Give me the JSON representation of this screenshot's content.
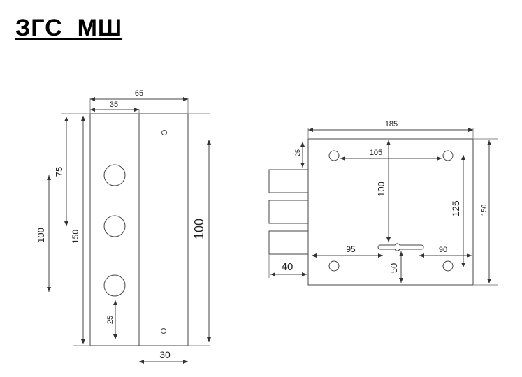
{
  "title": "ЗГС  МШ",
  "front_view": {
    "dims": {
      "width_total": "65",
      "width_partial": "35",
      "height_75": "75",
      "height_100_left": "100",
      "height_150": "150",
      "height_100_right": "100",
      "offset_25": "25",
      "width_bottom": "30"
    }
  },
  "side_view": {
    "dims": {
      "width_185": "185",
      "offset_25": "25",
      "hole_spacing_105": "105",
      "vertical_100": "100",
      "vertical_125": "125",
      "height_150": "150",
      "horizontal_95": "95",
      "horizontal_90": "90",
      "vertical_50": "50",
      "bolt_40": "40"
    }
  }
}
